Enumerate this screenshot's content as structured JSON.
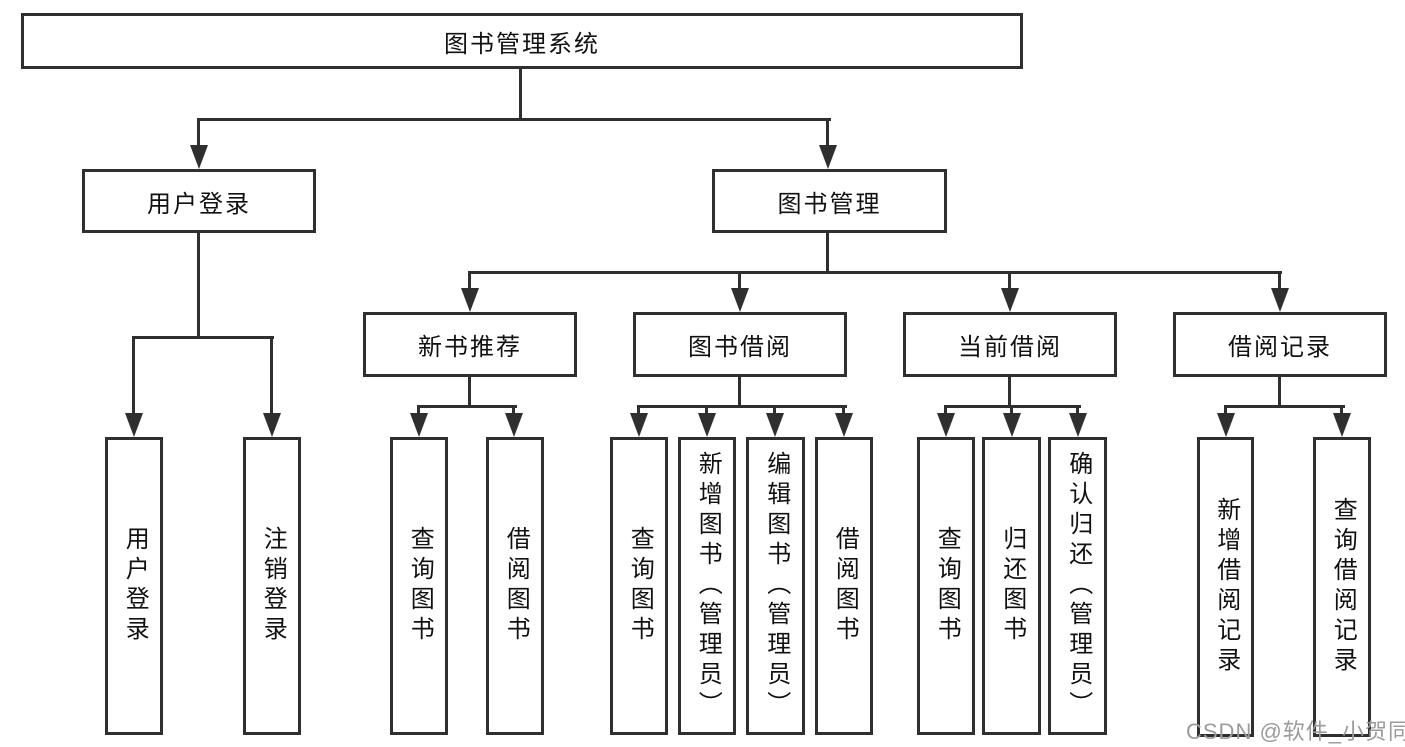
{
  "colors": {
    "line": "#2f2f2f",
    "text": "#111111",
    "watermark": "#9b9b9b",
    "background": "#ffffff"
  },
  "watermark": "CSDN @软件_小贺同学",
  "tree": {
    "root": {
      "label": "图书管理系统",
      "children": [
        {
          "label": "用户登录",
          "children": [
            {
              "label": "用户登录"
            },
            {
              "label": "注销登录"
            }
          ]
        },
        {
          "label": "图书管理",
          "children": [
            {
              "label": "新书推荐",
              "children": [
                {
                  "label": "查询图书"
                },
                {
                  "label": "借阅图书"
                }
              ]
            },
            {
              "label": "图书借阅",
              "children": [
                {
                  "label": "查询图书"
                },
                {
                  "label": "新增图书（管理员）"
                },
                {
                  "label": "编辑图书（管理员）"
                },
                {
                  "label": "借阅图书"
                }
              ]
            },
            {
              "label": "当前借阅",
              "children": [
                {
                  "label": "查询图书"
                },
                {
                  "label": "归还图书"
                },
                {
                  "label": "确认归还（管理员）"
                }
              ]
            },
            {
              "label": "借阅记录",
              "children": [
                {
                  "label": "新增借阅记录"
                },
                {
                  "label": "查询借阅记录"
                }
              ]
            }
          ]
        }
      ]
    }
  }
}
